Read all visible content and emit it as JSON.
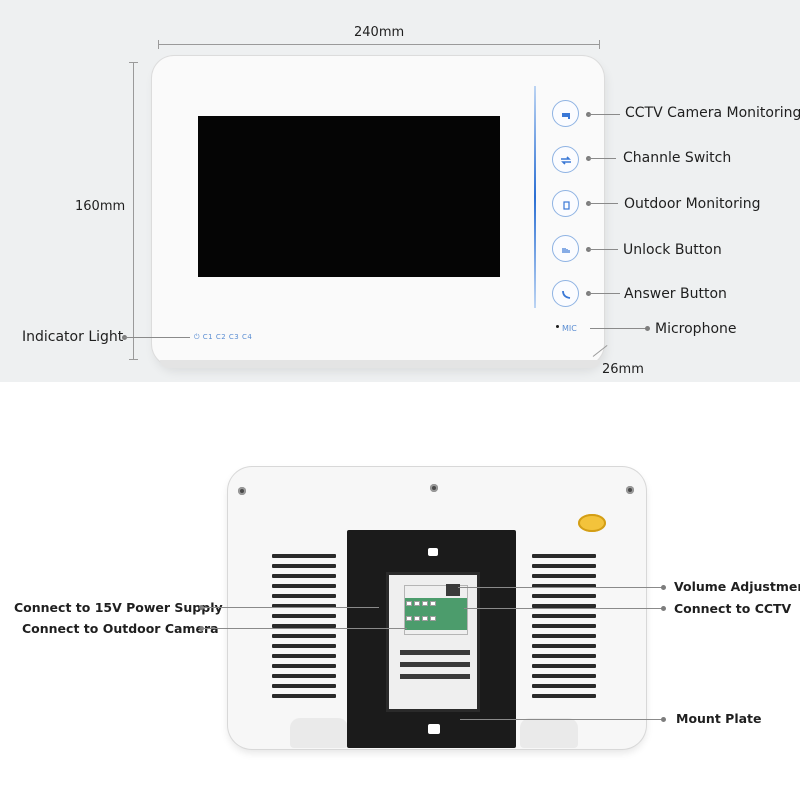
{
  "top_view": {
    "width_label": "240mm",
    "height_label": "160mm",
    "depth_label": "26mm",
    "indicator_light_label": "Indicator Light",
    "indicator_text": "⏻ C1 C2 C3 C4",
    "mic_text": "MIC",
    "callouts": [
      {
        "label": "CCTV Camera Monitoring",
        "icon": "camera-icon"
      },
      {
        "label": "Channle Switch",
        "icon": "switch-arrows-icon"
      },
      {
        "label": "Outdoor Monitoring",
        "icon": "door-icon"
      },
      {
        "label": "Unlock Button",
        "icon": "key-icon"
      },
      {
        "label": "Answer Button",
        "icon": "handset-icon"
      },
      {
        "label": "Microphone",
        "icon": "mic-dot-icon"
      }
    ],
    "accent_color": "#2b6fd3"
  },
  "rear_view": {
    "left_callouts": [
      {
        "label": "Connect to 15V Power Supply"
      },
      {
        "label": "Connect to Outdoor Camera"
      }
    ],
    "right_callouts": [
      {
        "label": "Volume Adjustment"
      },
      {
        "label": "Connect to CCTV"
      },
      {
        "label": "Mount Plate"
      }
    ]
  }
}
